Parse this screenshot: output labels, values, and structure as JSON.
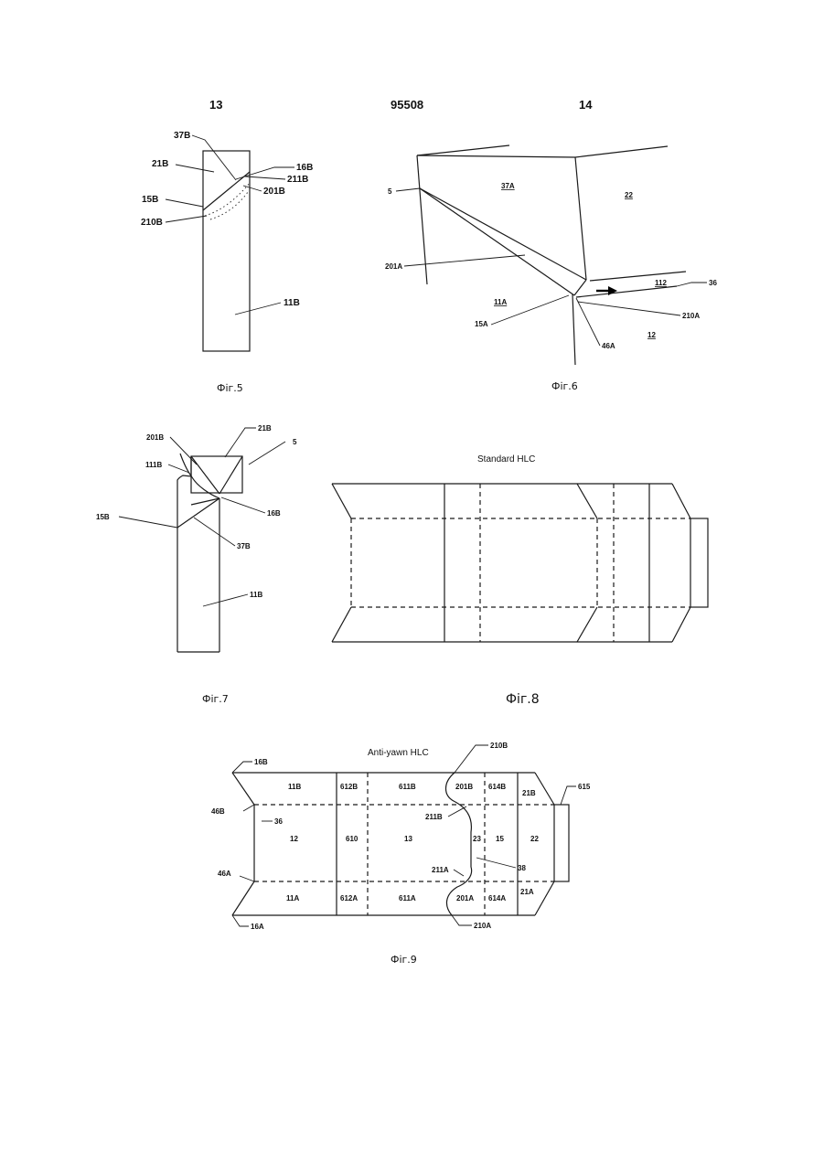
{
  "header": {
    "left_page": "13",
    "doc_number": "95508",
    "right_page": "14"
  },
  "fig5": {
    "caption": "Фіг.5",
    "labels": {
      "l37B": "37B",
      "l21B": "21B",
      "l16B": "16B",
      "l211B": "211B",
      "l201B": "201B",
      "l15B": "15B",
      "l210B": "210B",
      "l11B": "11B"
    }
  },
  "fig6": {
    "caption": "Фіг.6",
    "labels": {
      "l5": "5",
      "l37A": "37A",
      "l22": "22",
      "l201A": "201A",
      "l112": "112",
      "l36": "36",
      "l11A": "11A",
      "l210A": "210A",
      "l15A": "15A",
      "l46A": "46A",
      "l12": "12"
    }
  },
  "fig7": {
    "caption": "Фіг.7",
    "labels": {
      "l201B": "201B",
      "l21B": "21B",
      "l5": "5",
      "l111B": "111B",
      "l16B": "16B",
      "l15B": "15B",
      "l37B": "37B",
      "l11B": "11B"
    }
  },
  "fig8": {
    "title": "Standard HLC",
    "caption": "Фіг.8"
  },
  "fig9": {
    "title": "Anti-yawn HLC",
    "caption": "Фіг.9",
    "labels": {
      "l16B": "16B",
      "l210B": "210B",
      "l615": "615",
      "l11B": "11B",
      "l612B": "612B",
      "l611B": "611B",
      "l201B": "201B",
      "l614B": "614B",
      "l21B": "21B",
      "l46B": "46B",
      "l211B": "211B",
      "l36": "36",
      "l12": "12",
      "l610": "610",
      "l13": "13",
      "l23": "23",
      "l15": "15",
      "l22": "22",
      "l38": "38",
      "l211A": "211A",
      "l46A": "46A",
      "l11A": "11A",
      "l612A": "612A",
      "l611A": "611A",
      "l201A": "201A",
      "l614A": "614A",
      "l21A": "21A",
      "l210A": "210A",
      "l16A": "16A"
    }
  }
}
